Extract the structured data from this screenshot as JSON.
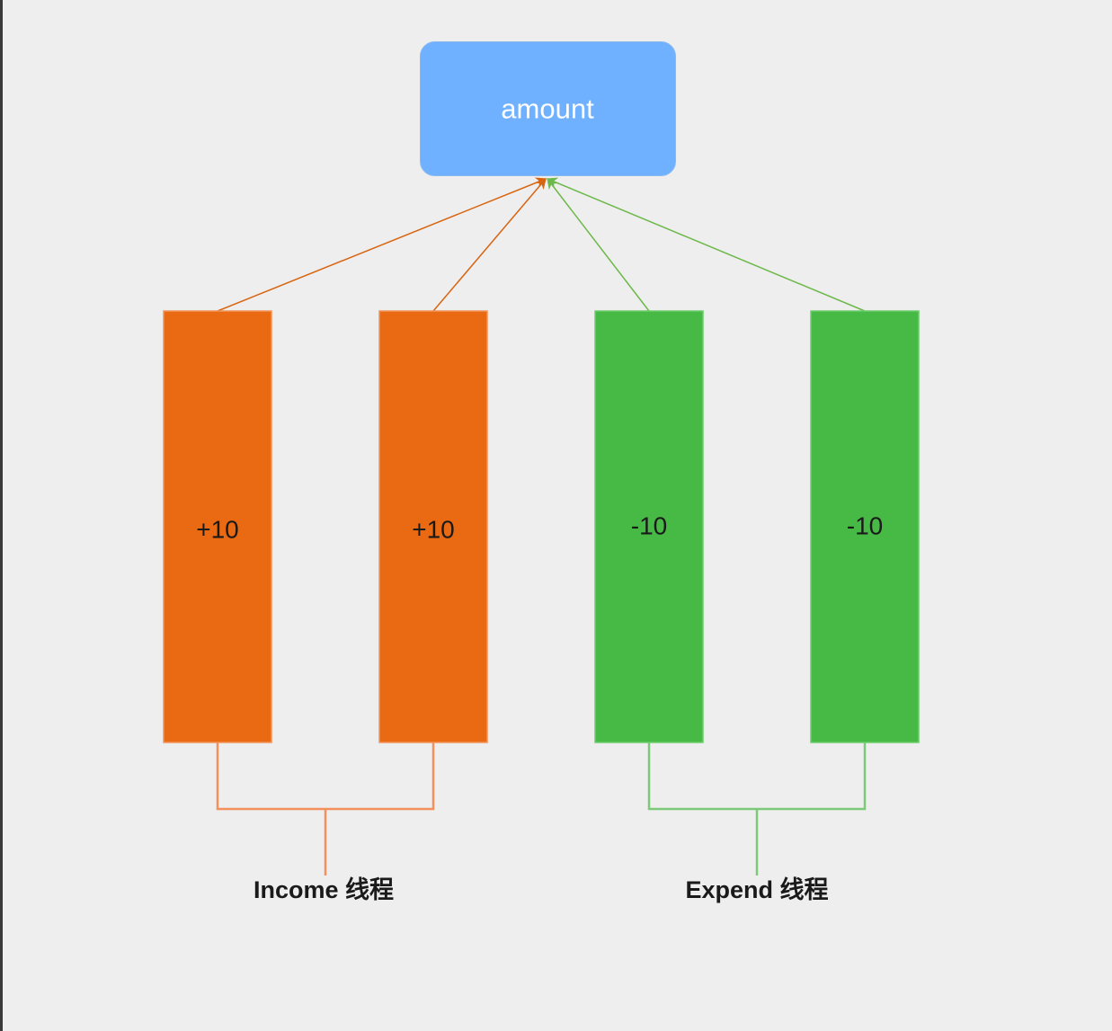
{
  "colors": {
    "background": "#eeeeee",
    "amount_fill": "#6fb1ff",
    "amount_stroke": "#8ab9f0",
    "amount_text": "#ffffff",
    "income_fill": "#e96a13",
    "income_stroke": "#f2945a",
    "income_arrow": "#d86410",
    "income_bracket": "#f4905c",
    "expend_fill": "#46ba45",
    "expend_stroke": "#6fcd6d",
    "expend_arrow": "#6db84a",
    "expend_bracket": "#7cc97a",
    "block_text": "#1a1a1a",
    "group_label_text": "#1a1a1a"
  },
  "amount_node": {
    "label": "amount"
  },
  "blocks": [
    {
      "group": "income",
      "label": "+10"
    },
    {
      "group": "income",
      "label": "+10"
    },
    {
      "group": "expend",
      "label": "-10"
    },
    {
      "group": "expend",
      "label": "-10"
    }
  ],
  "groups": {
    "income": {
      "label": "Income 线程"
    },
    "expend": {
      "label": "Expend 线程"
    }
  }
}
